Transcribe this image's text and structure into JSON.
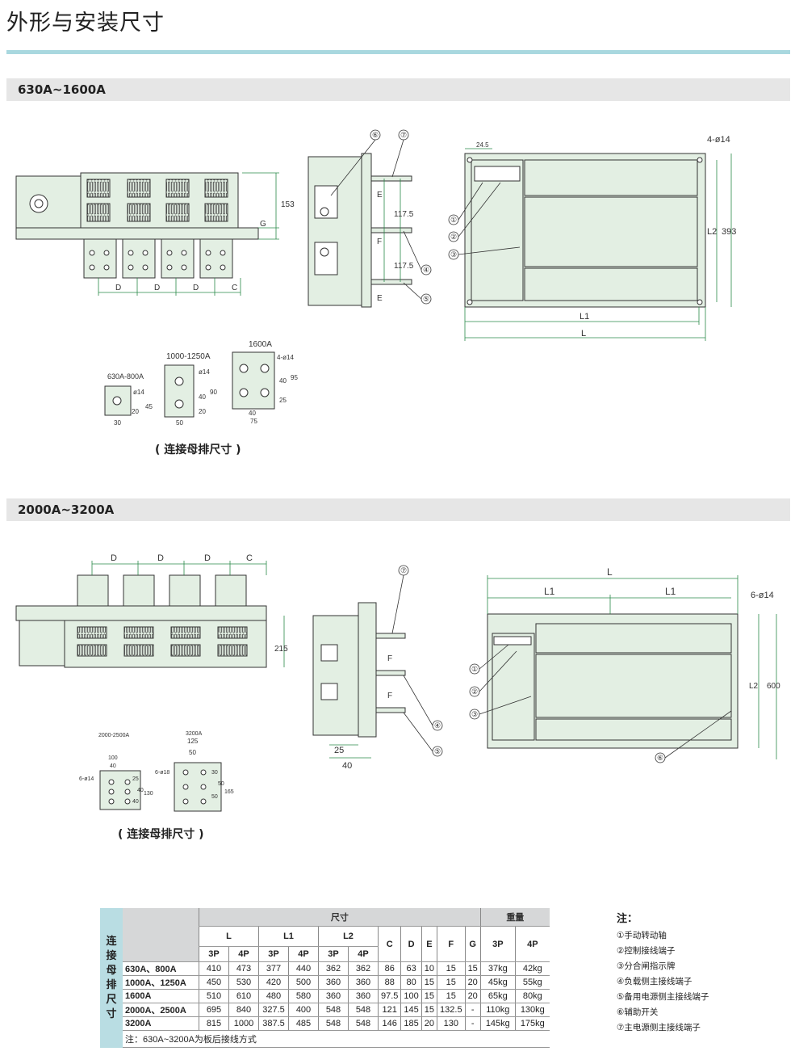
{
  "page": {
    "title": "外形与安装尺寸"
  },
  "sections": {
    "s1": "630A~1600A",
    "s2": "2000A~3200A"
  },
  "busbar_caption": "( 连接母排尺寸 )",
  "labels": {
    "D": "D",
    "C": "C",
    "E": "E",
    "F": "F",
    "G": "G",
    "L": "L",
    "L1": "L1",
    "L2": "L2",
    "d153": "153",
    "d1175": "117.5",
    "d245": "24.5",
    "d393": "393",
    "h4o14": "4-ø14",
    "h6o14": "6-ø14",
    "d215": "215",
    "d25": "25",
    "d40": "40",
    "d600": "600",
    "m1": "①",
    "m2": "②",
    "m3": "③",
    "m4": "④",
    "m5": "⑤",
    "m6": "⑥",
    "m7": "⑦"
  },
  "busbars1": {
    "b630": {
      "title": "630A-800A",
      "hole": "ø14",
      "w": "30",
      "a": "20",
      "b": "45"
    },
    "b1000": {
      "title": "1000-1250A",
      "hole": "ø14",
      "w": "50",
      "a": "20",
      "b": "40",
      "c": "90"
    },
    "b1600": {
      "title": "1600A",
      "hole": "4-ø14",
      "w": "75",
      "w2": "40",
      "a": "25",
      "b": "40",
      "c": "95"
    }
  },
  "busbars2": {
    "b2000": {
      "title": "2000-2500A",
      "hole": "6-ø14",
      "w": "100",
      "w2": "40",
      "a": "40",
      "b": "40",
      "c": "25",
      "d": "130"
    },
    "b3200": {
      "title": "3200A",
      "hole": "6-ø18",
      "w": "125",
      "w2": "50",
      "a": "50",
      "b": "50",
      "c": "30",
      "d": "165"
    }
  },
  "table": {
    "side": [
      "连",
      "接",
      "母",
      "排",
      "尺",
      "寸"
    ],
    "size_header": "尺寸",
    "weight_header": "重量",
    "groups": [
      "L",
      "L1",
      "L2",
      "C",
      "D",
      "E",
      "F",
      "G"
    ],
    "poles": [
      "3P",
      "4P",
      "3P",
      "4P",
      "3P",
      "4P",
      "3P",
      "4P"
    ],
    "rows": [
      {
        "model": "630A、800A",
        "vals": [
          "410",
          "473",
          "377",
          "440",
          "362",
          "362",
          "86",
          "63",
          "10",
          "15",
          "15",
          "37kg",
          "42kg"
        ]
      },
      {
        "model": "1000A、1250A",
        "vals": [
          "450",
          "530",
          "420",
          "500",
          "360",
          "360",
          "88",
          "80",
          "15",
          "15",
          "20",
          "45kg",
          "55kg"
        ]
      },
      {
        "model": "1600A",
        "vals": [
          "510",
          "610",
          "480",
          "580",
          "360",
          "360",
          "97.5",
          "100",
          "15",
          "15",
          "20",
          "65kg",
          "80kg"
        ]
      },
      {
        "model": "2000A、2500A",
        "vals": [
          "695",
          "840",
          "327.5",
          "400",
          "548",
          "548",
          "121",
          "145",
          "15",
          "132.5",
          "-",
          "110kg",
          "130kg"
        ]
      },
      {
        "model": "3200A",
        "vals": [
          "815",
          "1000",
          "387.5",
          "485",
          "548",
          "548",
          "146",
          "185",
          "20",
          "130",
          "-",
          "145kg",
          "175kg"
        ]
      }
    ],
    "footnote": "注：630A~3200A为板后接线方式"
  },
  "notes": {
    "title": "注：",
    "items": [
      "①手动转动轴",
      "②控制接线端子",
      "③分合闸指示牌",
      "④负载侧主接线端子",
      "⑤备用电源侧主接线端子",
      "⑥辅助开关",
      "⑦主电源侧主接线端子"
    ]
  }
}
